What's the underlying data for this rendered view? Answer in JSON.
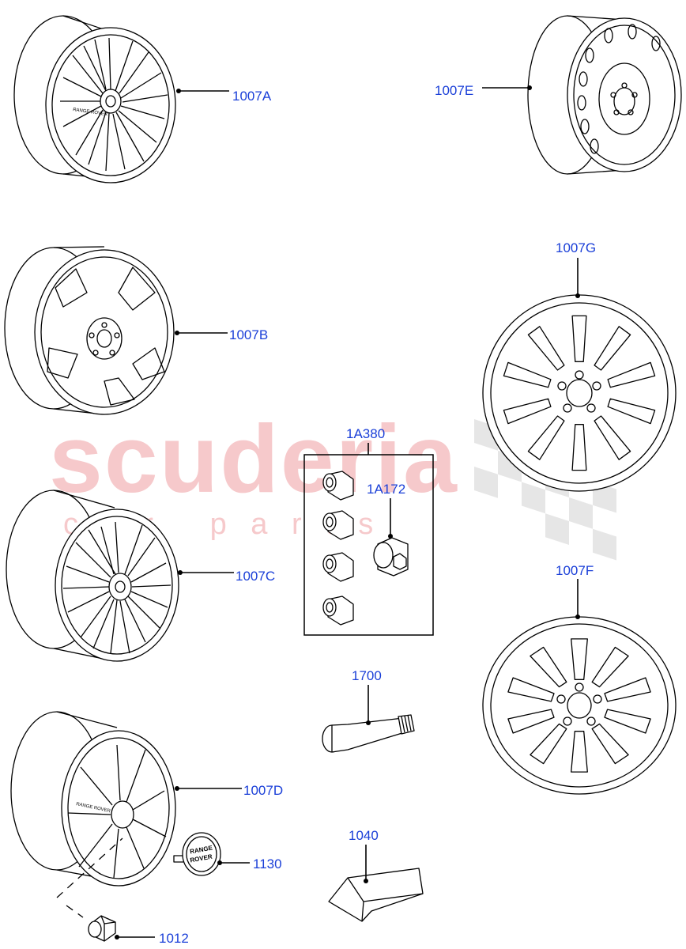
{
  "watermark": {
    "brand": "scuderia",
    "sub": "c a r   p a r t s"
  },
  "callouts": {
    "1007A": "1007A",
    "1007B": "1007B",
    "1007C": "1007C",
    "1007D": "1007D",
    "1007E": "1007E",
    "1007F": "1007F",
    "1007G": "1007G",
    "1A380": "1A380",
    "1A172": "1A172",
    "1700": "1700",
    "1040": "1040",
    "1130": "1130",
    "1012": "1012"
  },
  "badge": {
    "line1": "RANGE",
    "line2": "ROVER"
  },
  "colors": {
    "callout": "#1a3fd8",
    "watermark": "#f6c9cb",
    "line": "#000000"
  }
}
